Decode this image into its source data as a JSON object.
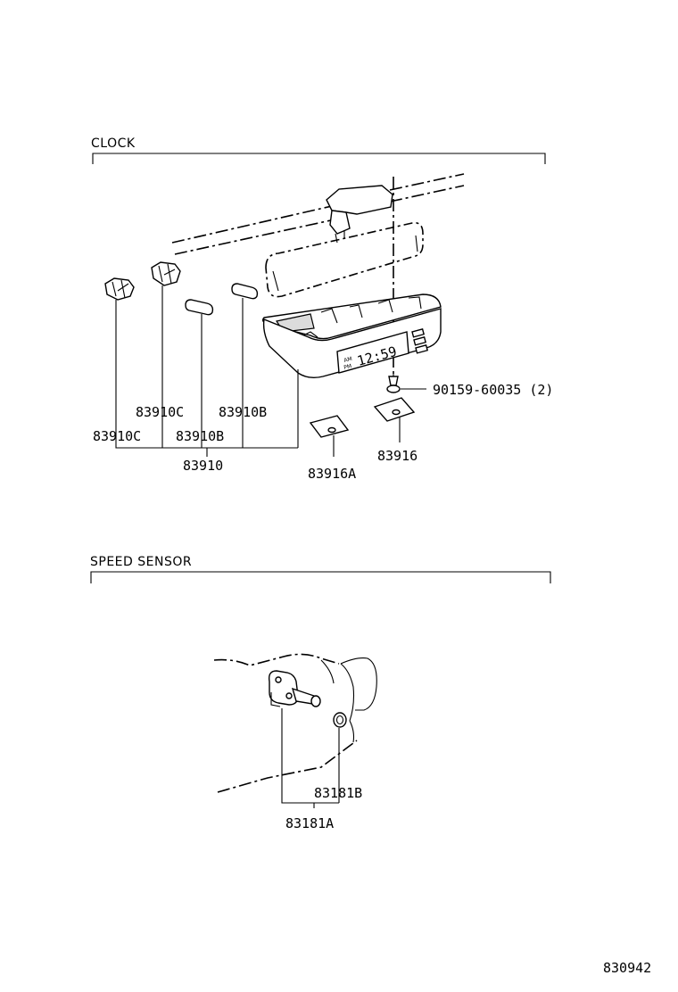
{
  "sections": {
    "clock": "CLOCK",
    "speed_sensor": "SPEED SENSOR"
  },
  "clock_display": {
    "am": "AM",
    "pm": "PM",
    "time": "12:59"
  },
  "clock_parts": {
    "p83910c_upper": "83910C",
    "p83910b_upper": "83910B",
    "p83910c_lower": "83910C",
    "p83910b_lower": "83910B",
    "p83910": "83910",
    "p90159": "90159-60035 (2)",
    "p83916": "83916",
    "p83916a": "83916A"
  },
  "sensor_parts": {
    "p83181b": "83181B",
    "p83181a": "83181A"
  },
  "figure_number": "830942"
}
